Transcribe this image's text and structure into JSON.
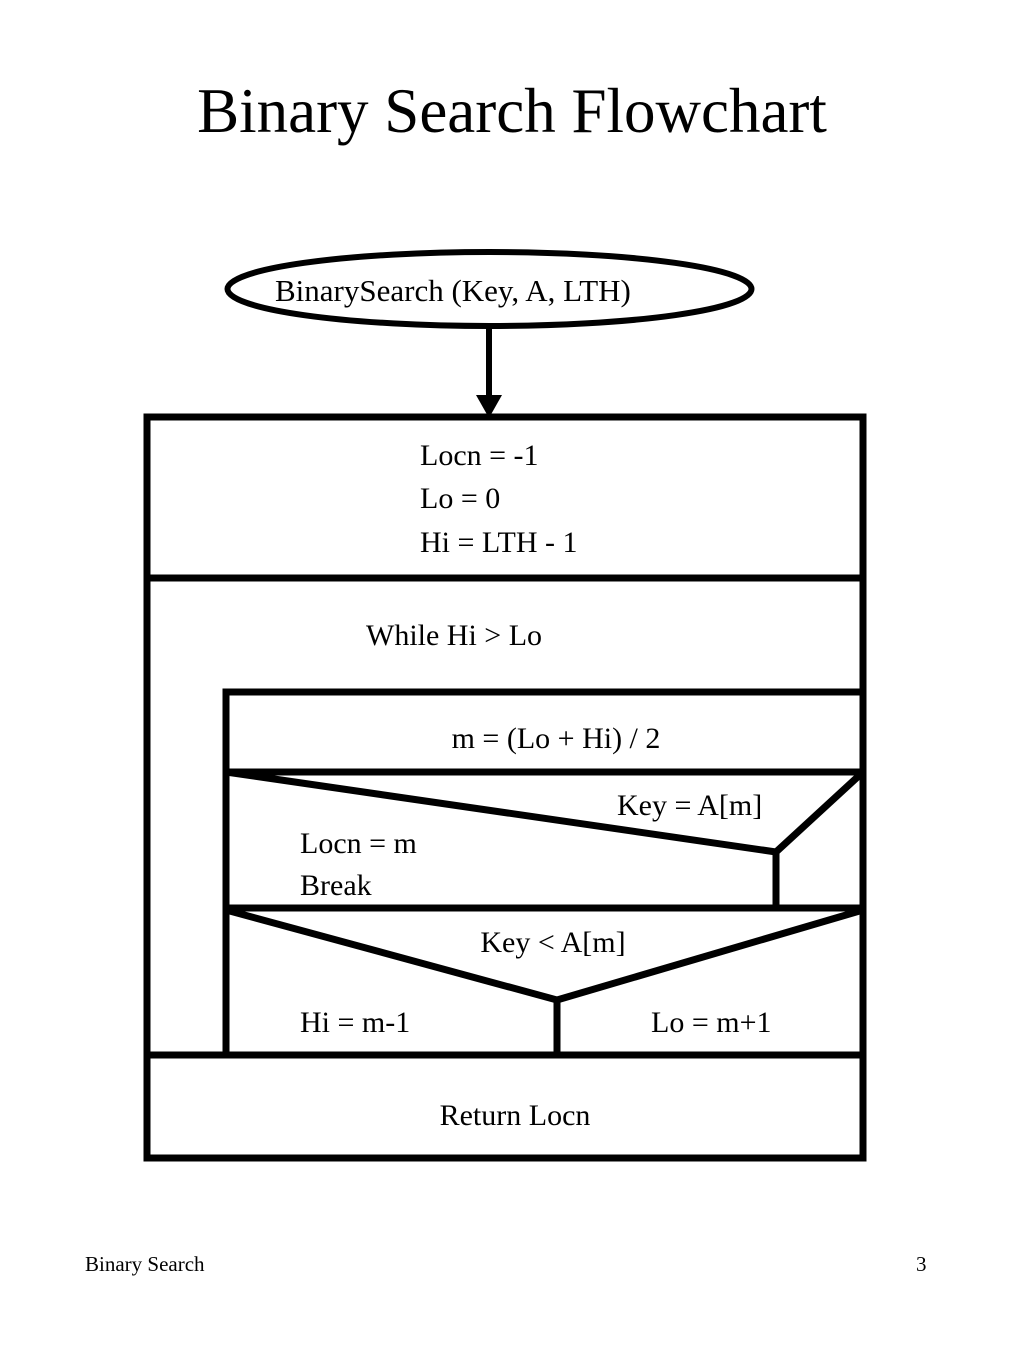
{
  "slide": {
    "title": "Binary Search Flowchart",
    "footer_label": "Binary Search",
    "page_number": "3",
    "ink_color": "#000000",
    "background_color": "#ffffff"
  },
  "flowchart": {
    "type": "nassi-shneiderman",
    "entry": {
      "shape": "ellipse",
      "label": "BinarySearch (Key, A, LTH)"
    },
    "connector": {
      "shape": "arrow-down"
    },
    "blocks": {
      "init": {
        "lines": [
          "Locn = -1",
          "Lo = 0",
          "Hi = LTH - 1"
        ]
      },
      "while": {
        "label": "While Hi > Lo"
      },
      "mid": {
        "label": "m = (Lo + Hi) / 2"
      },
      "decision_equal": {
        "condition": "Key = A[m]",
        "true_branch": [
          "Locn = m",
          "Break"
        ],
        "false_branch": ""
      },
      "decision_less": {
        "condition": "Key < A[m]",
        "true_branch": "Hi = m-1",
        "false_branch": "Lo = m+1"
      },
      "return": {
        "label": "Return Locn"
      }
    }
  }
}
